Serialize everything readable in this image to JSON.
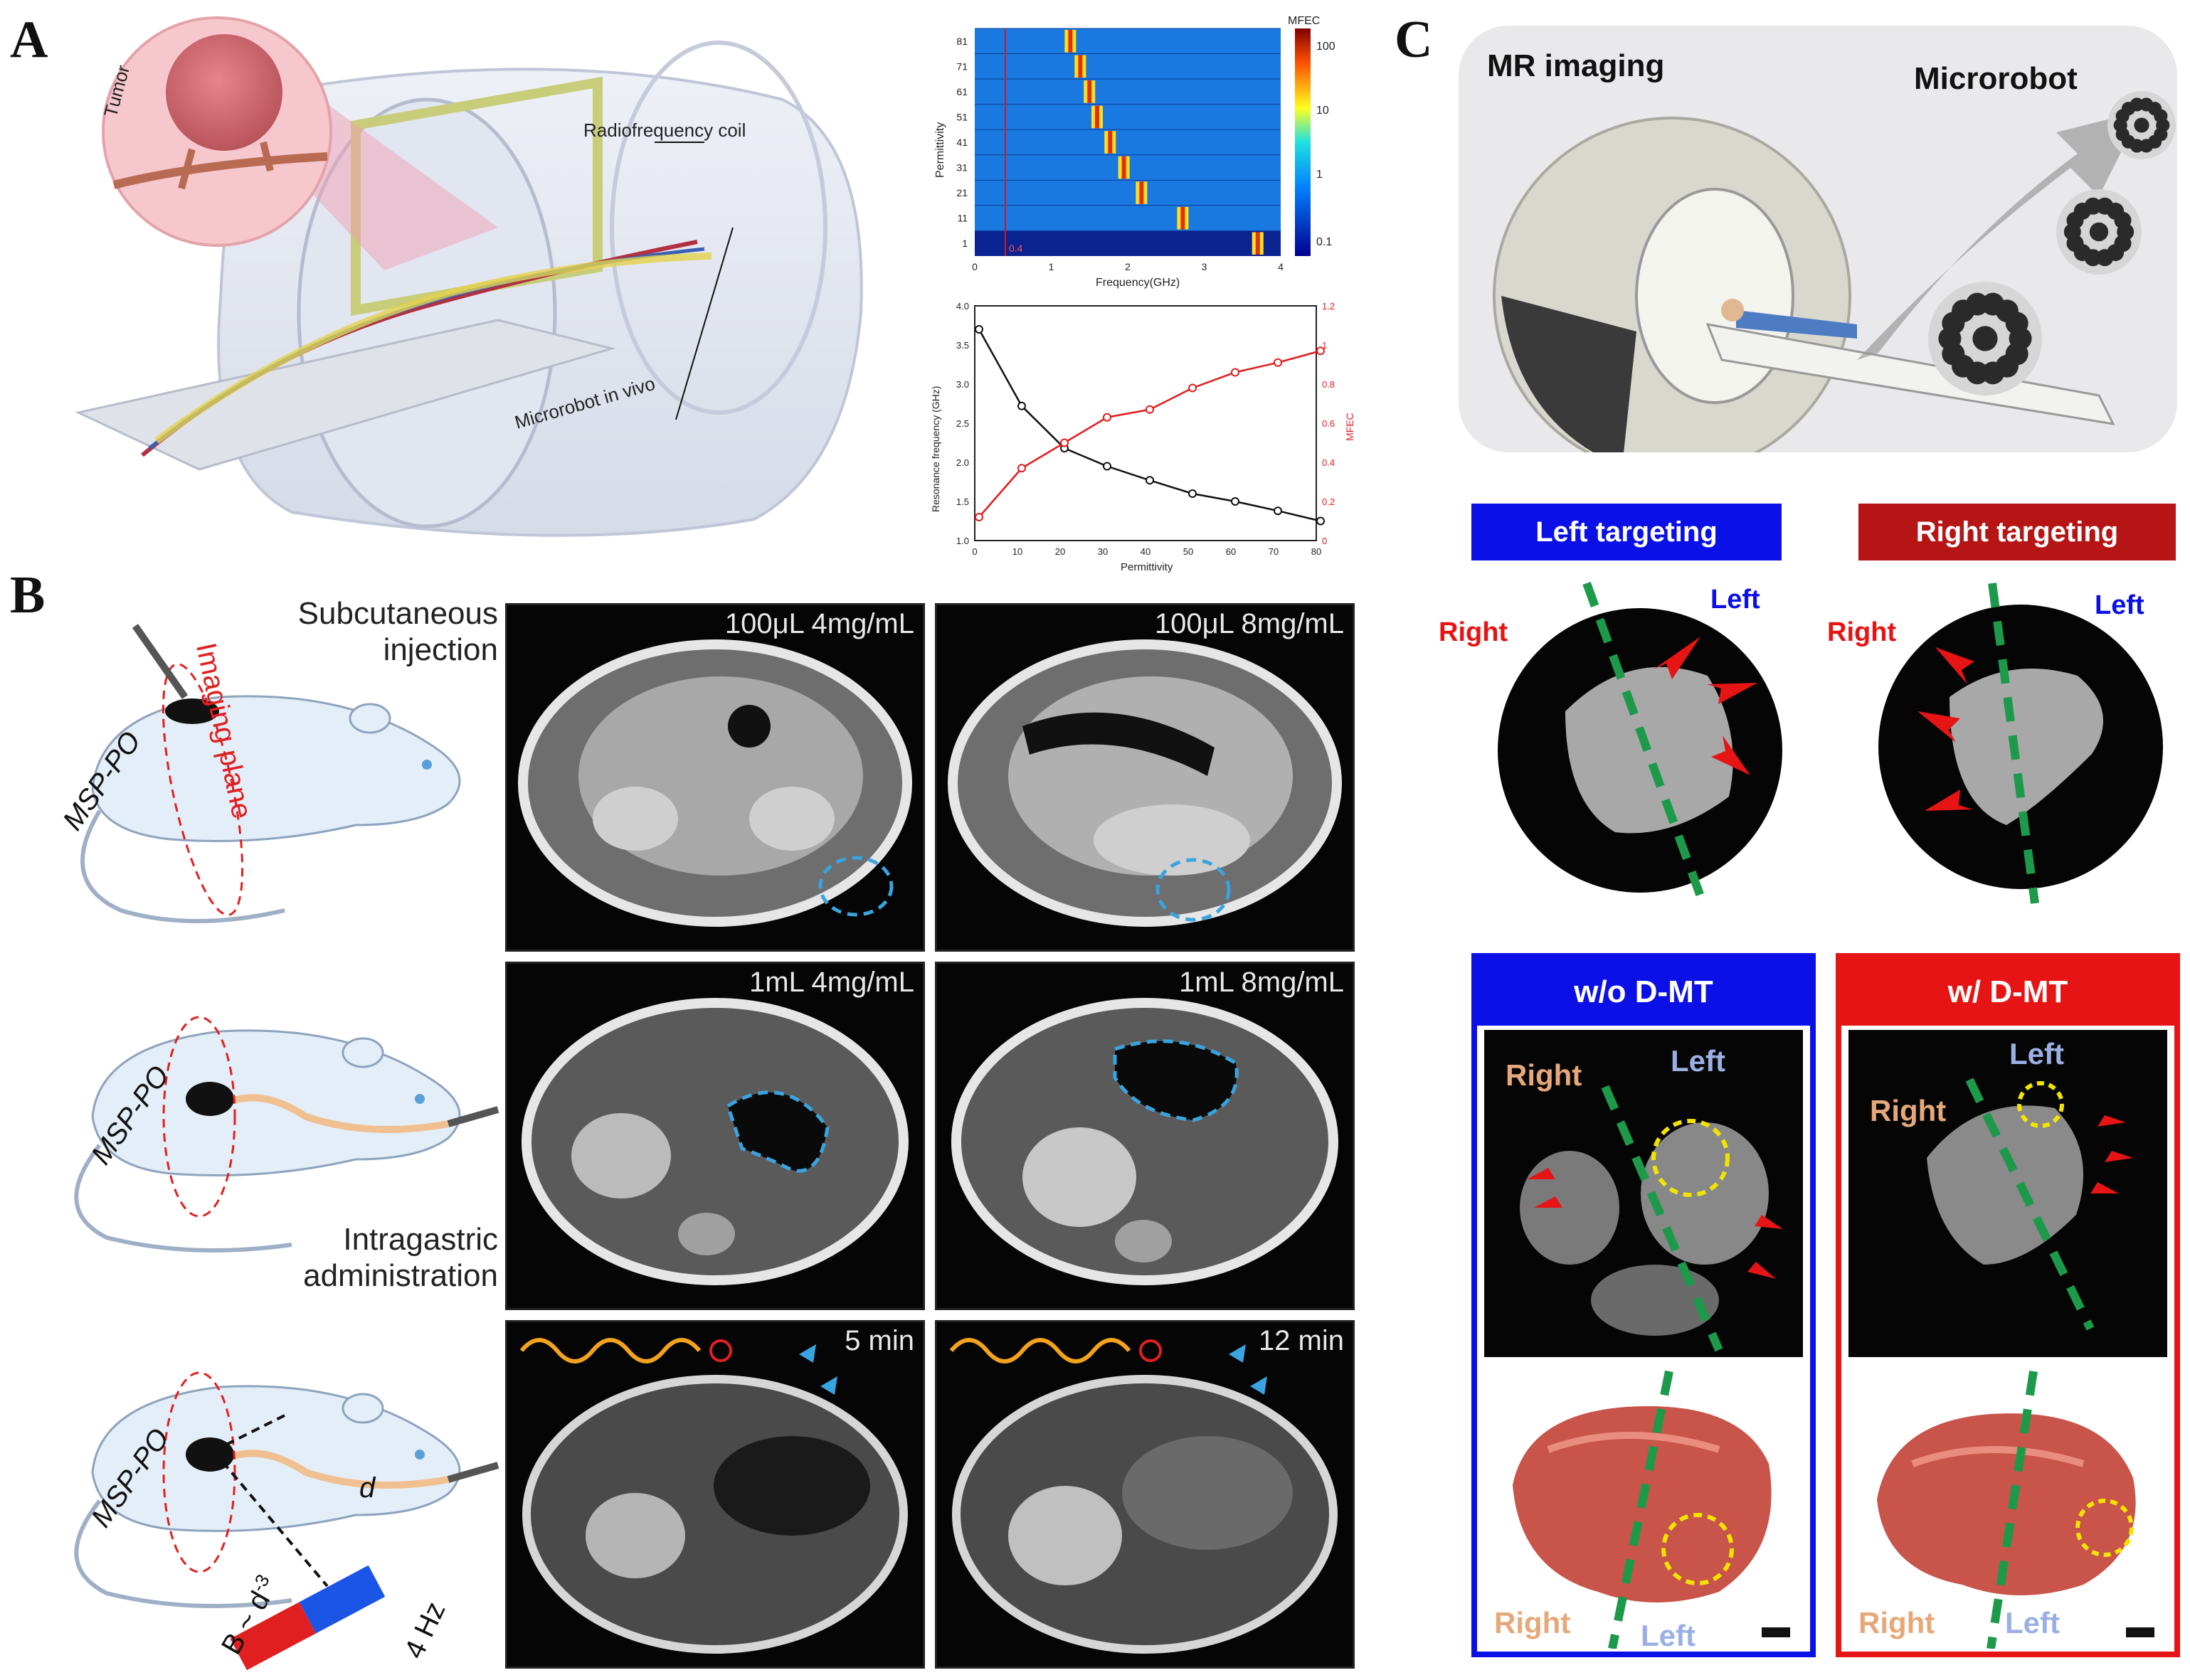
{
  "panels": {
    "a": {
      "letter": "A",
      "labels": {
        "tumor": "Tumor",
        "rf_coil": "Radiofrequency coil",
        "microrobot": "Microrobot in vivo"
      },
      "heatmap": {
        "colorbar_title": "MFEC",
        "colorbar_ticks": [
          "100",
          "10",
          "1",
          "0.1"
        ],
        "ylabel": "Permittivity",
        "xlabel": "Frequency(GHz)",
        "y_ticks": [
          "81",
          "71",
          "61",
          "51",
          "41",
          "31",
          "21",
          "11",
          "1"
        ],
        "x_ticks": [
          "0",
          "1",
          "2",
          "3",
          "4"
        ],
        "marker": "0.4"
      }
    },
    "b": {
      "letter": "B",
      "captions": {
        "subcutaneous": "Subcutaneous\ninjection",
        "intragastric": "Intragastric\nadministration",
        "imaging_plane": "Imaging plane",
        "msp": "MSP-PO",
        "d": "d",
        "b_formula": "B ~ d",
        "b_exp": "-3",
        "freq": "4 Hz"
      },
      "mri": [
        {
          "label": "100μL 4mg/mL"
        },
        {
          "label": "100μL 8mg/mL"
        },
        {
          "label": "1mL 4mg/mL"
        },
        {
          "label": "1mL 8mg/mL"
        },
        {
          "label": "5 min"
        },
        {
          "label": "12 min"
        }
      ]
    },
    "c": {
      "letter": "C",
      "mr_imaging": "MR imaging",
      "microrobot": "Microrobot",
      "left_targeting": "Left targeting",
      "right_targeting": "Right targeting",
      "right": "Right",
      "left": "Left",
      "without": "w/o D-MT",
      "with": "w/ D-MT",
      "colors": {
        "blue": "#0a10e6",
        "red": "#e61414",
        "dark_red": "#b51515",
        "green": "#1c9a4a",
        "yellow": "#f2e400"
      }
    }
  },
  "chart_data": {
    "type": "line",
    "title": "",
    "xlabel": "Permittivity",
    "ylabel": "Resonance frequency (GHz)",
    "y2label": "MFEC",
    "x": [
      1,
      11,
      21,
      31,
      41,
      51,
      61,
      71,
      81
    ],
    "xlim": [
      0,
      80
    ],
    "ylim": [
      1.0,
      4.0
    ],
    "y2lim": [
      0,
      1.2
    ],
    "x_ticks": [
      0,
      10,
      20,
      30,
      40,
      50,
      60,
      70,
      80
    ],
    "y_ticks": [
      1.0,
      1.5,
      2.0,
      2.5,
      3.0,
      3.5,
      4.0
    ],
    "y2_ticks": [
      0,
      0.2,
      0.4,
      0.6,
      0.8,
      1.0,
      1.2
    ],
    "series": [
      {
        "name": "",
        "axis": "left",
        "color": "#111111",
        "values": [
          3.7,
          2.72,
          2.18,
          1.95,
          1.77,
          1.6,
          1.5,
          1.38,
          1.25
        ]
      },
      {
        "name": "",
        "axis": "right",
        "color": "#e21b1b",
        "values": [
          0.12,
          0.37,
          0.5,
          0.63,
          0.67,
          0.78,
          0.86,
          0.91,
          0.97
        ]
      }
    ]
  }
}
